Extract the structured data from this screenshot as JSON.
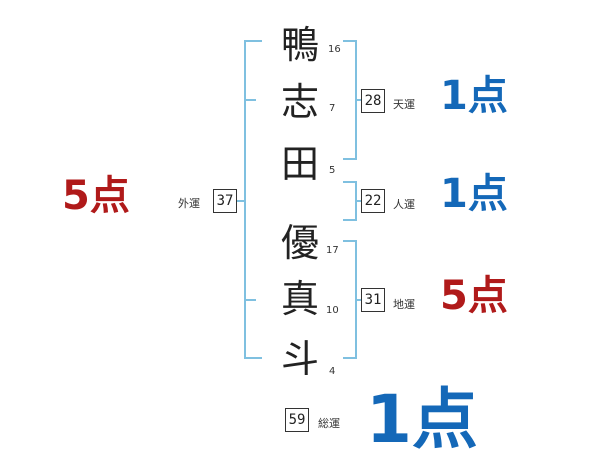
{
  "name_chars": [
    {
      "char": "鴨",
      "strokes": "16"
    },
    {
      "char": "志",
      "strokes": "7"
    },
    {
      "char": "田",
      "strokes": "5"
    },
    {
      "char": "優",
      "strokes": "17"
    },
    {
      "char": "真",
      "strokes": "10"
    },
    {
      "char": "斗",
      "strokes": "4"
    }
  ],
  "fortunes": {
    "gaiun": {
      "label": "外運",
      "value": "37",
      "score": "5点",
      "color": "#b01a1a"
    },
    "tenun": {
      "label": "天運",
      "value": "28",
      "score": "1点",
      "color": "#1468b8"
    },
    "jinun": {
      "label": "人運",
      "value": "22",
      "score": "1点",
      "color": "#1468b8"
    },
    "chiun": {
      "label": "地運",
      "value": "31",
      "score": "5点",
      "color": "#b01a1a"
    },
    "souun": {
      "label": "総運",
      "value": "59",
      "score": "1点",
      "color": "#1468b8"
    }
  },
  "line_color": "#7fc0e0"
}
